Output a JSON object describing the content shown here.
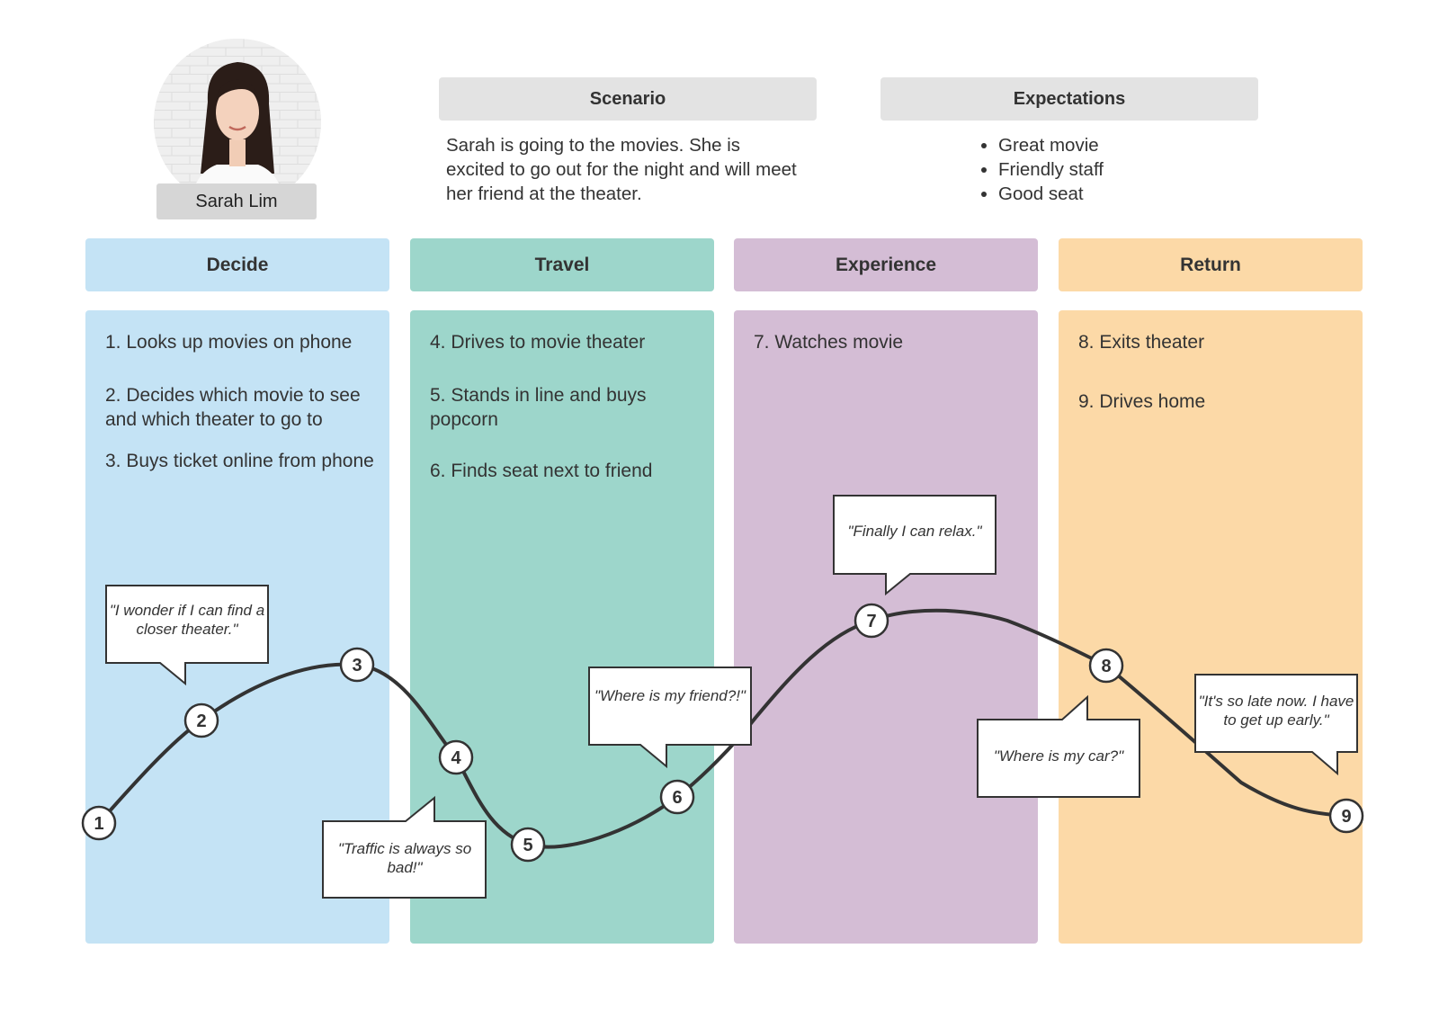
{
  "persona": {
    "name": "Sarah Lim"
  },
  "scenario": {
    "heading": "Scenario",
    "text": "Sarah is going to the movies. She is excited to go out for the night and will meet her friend at the theater."
  },
  "expectations": {
    "heading": "Expectations",
    "items": [
      "Great movie",
      "Friendly staff",
      "Good seat"
    ]
  },
  "stages": [
    {
      "name": "Decide",
      "steps": [
        "1.  Looks up movies on phone",
        "2.  Decides which movie to see and which theater to go to",
        "3.  Buys ticket online from phone"
      ]
    },
    {
      "name": "Travel",
      "steps": [
        "4.  Drives to movie theater",
        "5.  Stands in line and buys popcorn",
        "6.  Finds seat next to friend"
      ]
    },
    {
      "name": "Experience",
      "steps": [
        "7.  Watches movie"
      ]
    },
    {
      "name": "Return",
      "steps": [
        "8.  Exits theater",
        "9.  Drives home"
      ]
    }
  ],
  "journey": {
    "nodes": [
      "1",
      "2",
      "3",
      "4",
      "5",
      "6",
      "7",
      "8",
      "9"
    ],
    "quotes": [
      "\"I wonder if I can find a closer theater.\"",
      "\"Traffic is always so bad!\"",
      "\"Where is my friend?!\"",
      "\"Finally I can relax.\"",
      "\"Where is my car?\"",
      "\"It's so late now. I have to get up early.\""
    ]
  },
  "colors": {
    "decide": "#c4e3f5",
    "travel": "#9dd6cb",
    "experience": "#d4bdd5",
    "return": "#fcd9a7"
  }
}
